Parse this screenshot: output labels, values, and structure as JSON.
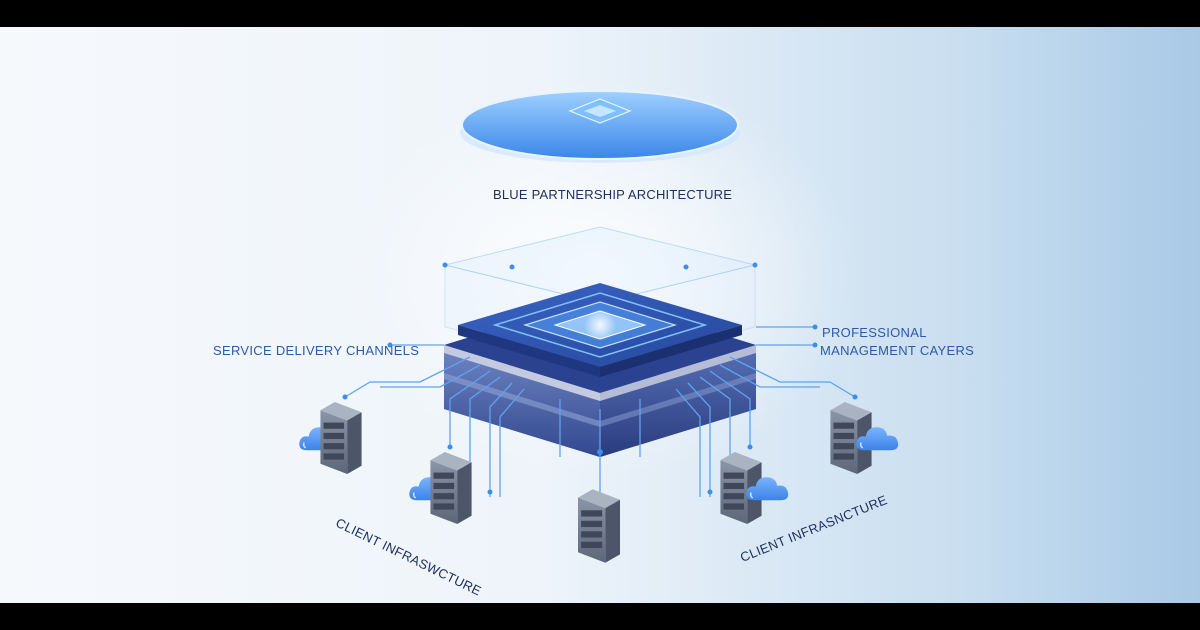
{
  "diagram": {
    "title": "BLUE PARTNERSHIP ARCHITECTURE",
    "left_label": "SERVICE DELIVERY CHANNELS",
    "right_label_line1": "PROFESSIONAL",
    "right_label_line2": "MANAGEMENT CAYERS",
    "client_label_left": "CLIENT INFRASWCTURE",
    "client_label_right": "CLIENT INFRASNCTURE"
  },
  "colors": {
    "accent": "#3b8ef0",
    "dark_blue": "#25408a",
    "label_blue": "#2c5aa6",
    "title_navy": "#1c2b57"
  },
  "icons": [
    "cloud-icon",
    "server-rack-icon",
    "chip-icon",
    "hub-disc-icon"
  ]
}
